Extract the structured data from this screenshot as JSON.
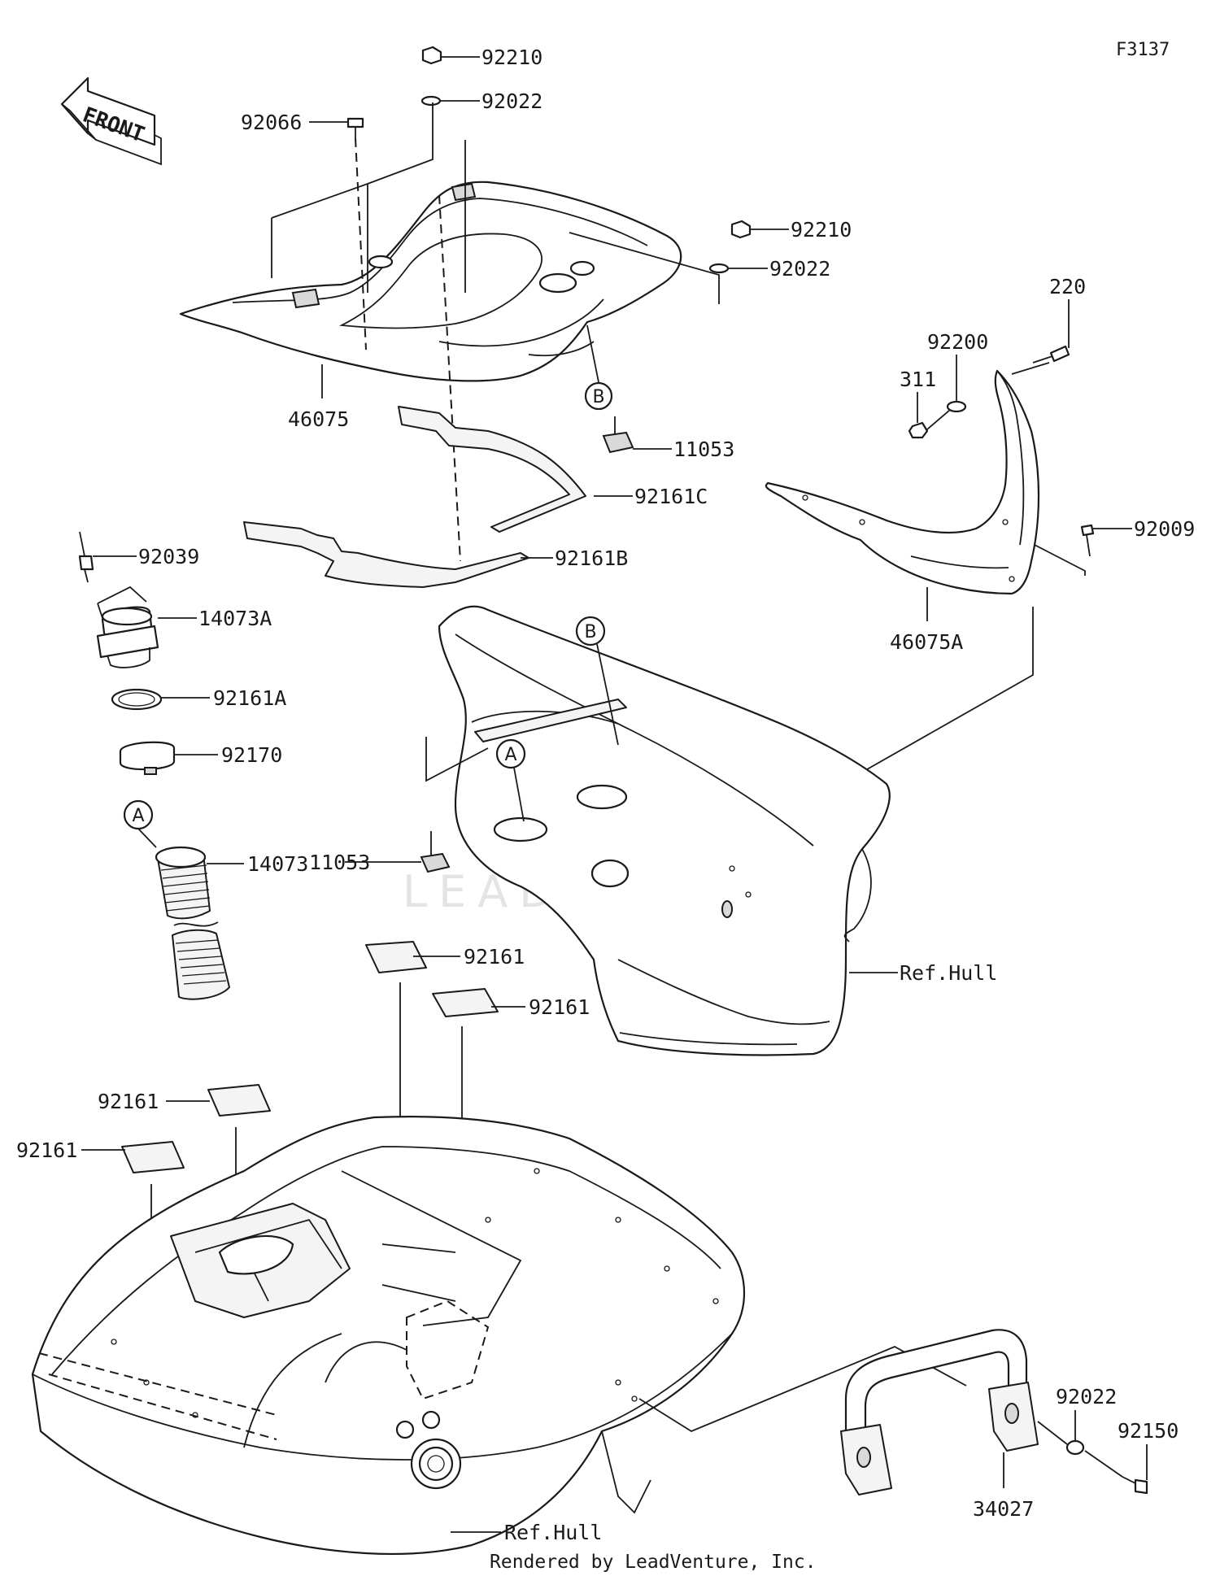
{
  "figure_code": "F3137",
  "front_label": "FRONT",
  "watermark": "LEADVENTURE",
  "credit": "Rendered by LeadVenture, Inc.",
  "callouts": {
    "a": "A",
    "b": "B"
  },
  "parts": [
    {
      "id": "p1",
      "label": "92210"
    },
    {
      "id": "p2",
      "label": "92022"
    },
    {
      "id": "p3",
      "label": "92066"
    },
    {
      "id": "p4",
      "label": "92210"
    },
    {
      "id": "p5",
      "label": "92022"
    },
    {
      "id": "p6",
      "label": "220"
    },
    {
      "id": "p7",
      "label": "92200"
    },
    {
      "id": "p8",
      "label": "311"
    },
    {
      "id": "p9",
      "label": "46075"
    },
    {
      "id": "p10",
      "label": "11053"
    },
    {
      "id": "p11",
      "label": "92161C"
    },
    {
      "id": "p12",
      "label": "92009"
    },
    {
      "id": "p13",
      "label": "92039"
    },
    {
      "id": "p14",
      "label": "92161B"
    },
    {
      "id": "p15",
      "label": "14073A"
    },
    {
      "id": "p16",
      "label": "46075A"
    },
    {
      "id": "p17",
      "label": "92161A"
    },
    {
      "id": "p18",
      "label": "92170"
    },
    {
      "id": "p19",
      "label": "11053"
    },
    {
      "id": "p20",
      "label": "14073"
    },
    {
      "id": "p21",
      "label": "92161"
    },
    {
      "id": "p22",
      "label": "Ref.Hull"
    },
    {
      "id": "p23",
      "label": "92161"
    },
    {
      "id": "p24",
      "label": "92161"
    },
    {
      "id": "p25",
      "label": "92161"
    },
    {
      "id": "p26",
      "label": "92022"
    },
    {
      "id": "p27",
      "label": "92150"
    },
    {
      "id": "p28",
      "label": "34027"
    },
    {
      "id": "p29",
      "label": "Ref.Hull"
    }
  ]
}
